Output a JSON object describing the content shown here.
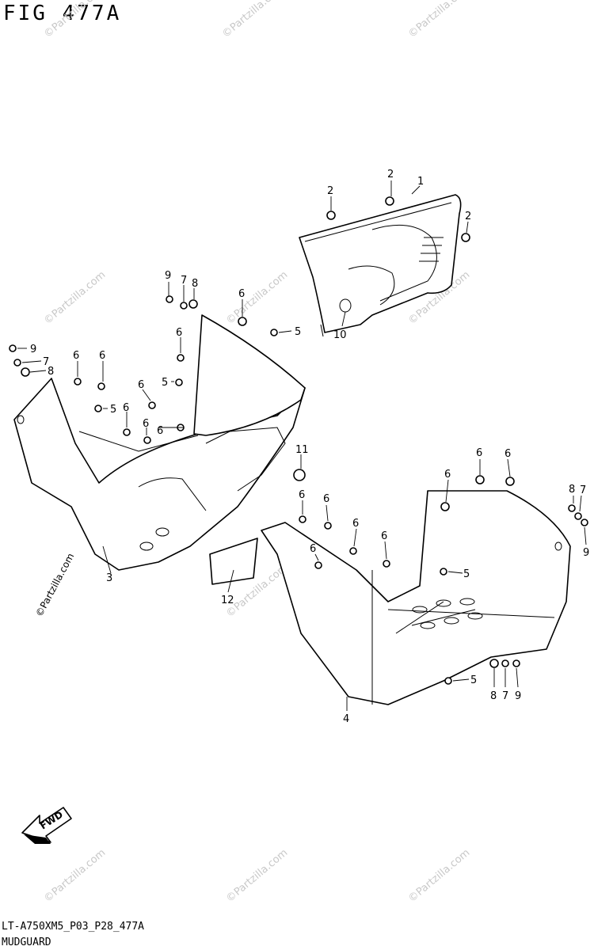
{
  "figure": {
    "title": "FIG 477A",
    "code": "LT-A750XM5_P03_P28_477A",
    "name": "MUDGUARD"
  },
  "watermark": {
    "text": "©Partzilla.com",
    "color": "#c8c8c8"
  },
  "fwd_label": "FWD",
  "callouts": {
    "c1": "1",
    "c2a": "2",
    "c2b": "2",
    "c2c": "2",
    "c3": "3",
    "c4": "4",
    "c5a": "5",
    "c5b": "5",
    "c5c": "5",
    "c5d": "5",
    "c5e": "5",
    "c6a": "6",
    "c6b": "6",
    "c6c": "6",
    "c6d": "6",
    "c6e": "6",
    "c6f": "6",
    "c6g": "6",
    "c6h": "6",
    "c6i": "6",
    "c6j": "6",
    "c6k": "6",
    "c6l": "6",
    "c6m": "6",
    "c6n": "6",
    "c6o": "6",
    "c7a": "7",
    "c7b": "7",
    "c7c": "7",
    "c7d": "7",
    "c8a": "8",
    "c8b": "8",
    "c8c": "8",
    "c8d": "8",
    "c9a": "9",
    "c9b": "9",
    "c9c": "9",
    "c9d": "9",
    "c10": "10",
    "c11": "11",
    "c12": "12"
  }
}
